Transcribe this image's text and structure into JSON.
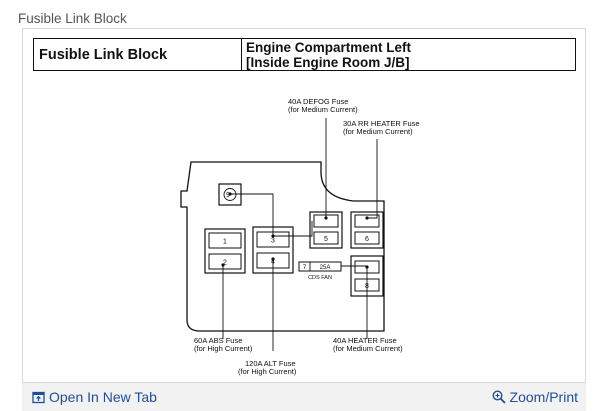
{
  "caption": "Fusible Link Block",
  "header": {
    "left": "Fusible Link Block",
    "right_line1": "Engine Compartment Left",
    "right_line2": "[Inside Engine Room J/B]"
  },
  "diagram": {
    "labels": {
      "defog_name": "40A DEFOG Fuse",
      "defog_note": "(for Medium Current)",
      "rr_heater_name": "30A RR HEATER Fuse",
      "rr_heater_note": "(for Medium Current)",
      "abs_name": "60A ABS Fuse",
      "abs_note": "(for High Current)",
      "alt_name": "120A ALT Fuse",
      "alt_note": "(for High Current)",
      "heater_name": "40A HEATER Fuse",
      "heater_note": "(for Medium Current)",
      "cds_fan": "CDS FAN"
    },
    "slots": {
      "s1": "1",
      "s2": "2",
      "s3": "3",
      "s4": "4",
      "s5": "5",
      "s6": "6",
      "s7": "7",
      "s8": "8",
      "s9": "9",
      "fan_rating": "25A"
    }
  },
  "footer": {
    "open_tab": "Open In New Tab",
    "zoom_print": "Zoom/Print"
  }
}
